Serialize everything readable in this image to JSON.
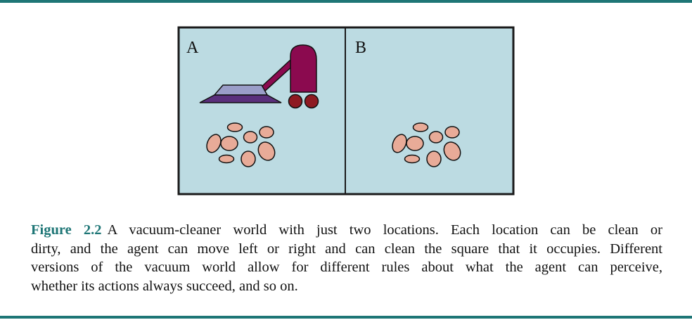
{
  "figure": {
    "cells": [
      {
        "label": "A",
        "has_vacuum": true,
        "dirty": true
      },
      {
        "label": "B",
        "has_vacuum": false,
        "dirty": true
      }
    ],
    "colors": {
      "floor": "#bcdbe2",
      "vacuum_body": "#8b0a4f",
      "vacuum_wheels": "#8e1a22",
      "vacuum_head_top": "#9a9dc8",
      "vacuum_head_base": "#5a2f7c",
      "dirt": "#e8ab98",
      "accent": "#1e7676"
    }
  },
  "caption": {
    "number": "Figure 2.2",
    "lines": [
      "A vacuum-cleaner world with just two locations. Each location can be clean or",
      "dirty, and the agent can move left or right and can clean the square that it occupies. Different",
      "versions of the vacuum world allow for different rules about what the agent can perceive,",
      "whether its actions always succeed, and so on."
    ]
  }
}
